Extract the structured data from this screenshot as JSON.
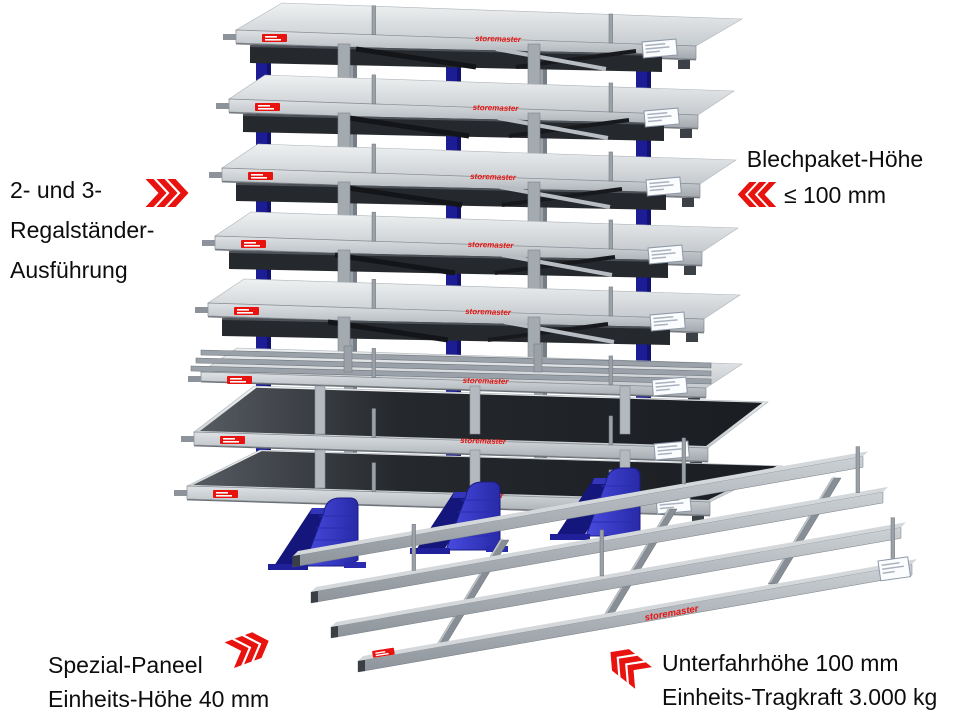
{
  "illustration": {
    "brand_label": "storemaster"
  },
  "annotations": {
    "top_left": {
      "line1": "2- und 3-",
      "line2": "Regalständer-",
      "line3": "Ausführung"
    },
    "top_right": {
      "line1": "Blechpaket-Höhe",
      "line2": "≤ 100 mm"
    },
    "bottom_left": {
      "line1": "Spezial-Paneel",
      "line2": "Einheits-Höhe 40 mm"
    },
    "bottom_right": {
      "line1": "Unterfahrhöhe 100 mm",
      "line2": "Einheits-Tragkraft 3.000 kg"
    }
  },
  "icons": {
    "top_left": "chevrons-right-icon",
    "top_right": "chevrons-left-icon",
    "bottom_left": "chevrons-up-right-icon",
    "bottom_right": "chevrons-down-left-icon"
  },
  "colors": {
    "accent_red": "#e8120f",
    "column_blue": "#1c1d94",
    "foot_blue": "#3033c6",
    "galvanized_light": "#d6dadd",
    "sheet_dark": "#25282c",
    "text": "#0d0d0d",
    "background": "#ffffff"
  }
}
